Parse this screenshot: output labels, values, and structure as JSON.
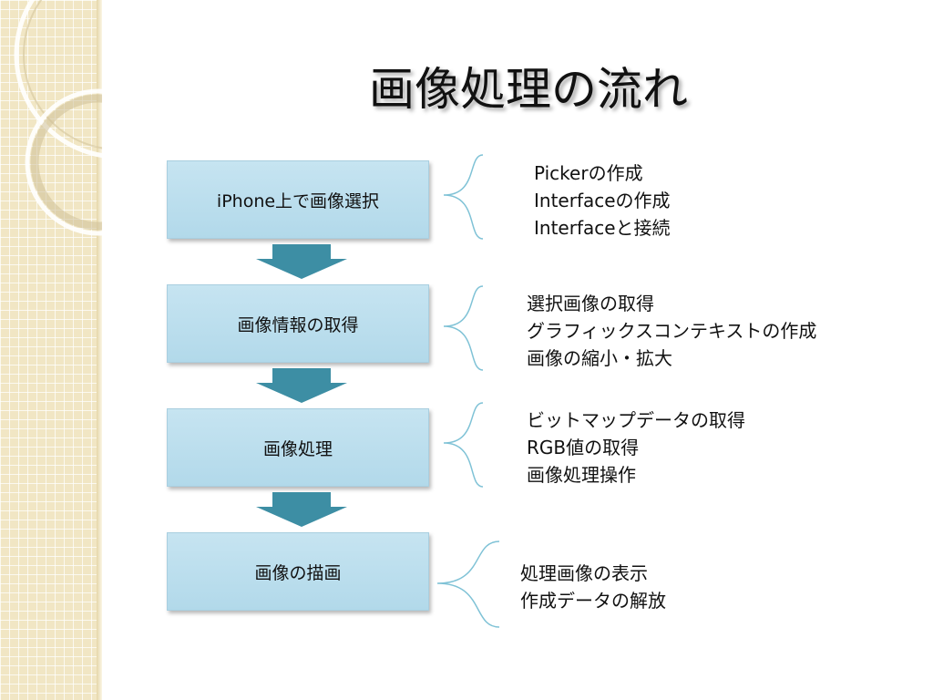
{
  "title": "画像処理の流れ",
  "steps": [
    {
      "label": "iPhone上で画像選択",
      "notes": [
        "Pickerの作成",
        "Interfaceの作成",
        "Interfaceと接続"
      ]
    },
    {
      "label": "画像情報の取得",
      "notes": [
        "選択画像の取得",
        "グラフィックスコンテキストの作成",
        "画像の縮小・拡大"
      ]
    },
    {
      "label": "画像処理",
      "notes": [
        "ビットマップデータの取得",
        "RGB値の取得",
        "画像処理操作"
      ]
    },
    {
      "label": "画像の描画",
      "notes": [
        "処理画像の表示",
        "作成データの解放"
      ]
    }
  ],
  "colors": {
    "step_fill": "#bde0ef",
    "arrow_fill": "#3d8ea4",
    "brace_stroke": "#7fc2d6",
    "side_panel": "#f1e6c4"
  }
}
